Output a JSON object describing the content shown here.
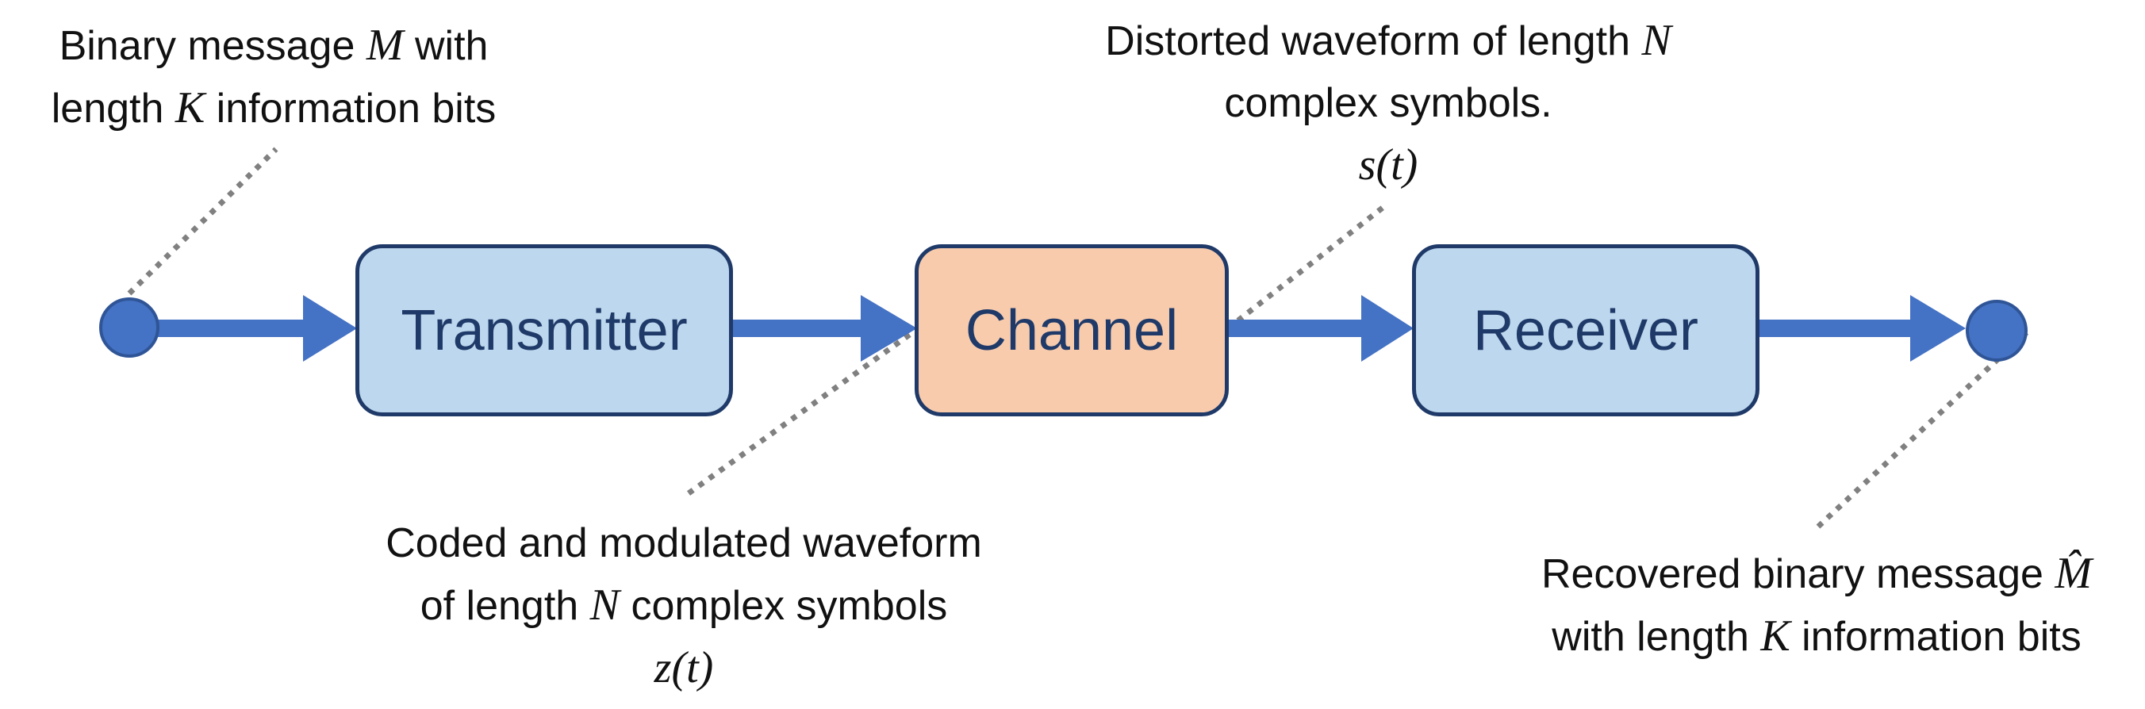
{
  "blocks": {
    "transmitter": "Transmitter",
    "channel": "Channel",
    "receiver": "Receiver"
  },
  "annotations": {
    "input": {
      "line1_pre": "Binary message ",
      "line1_sym": "M",
      "line1_post": " with",
      "line2_pre": "length ",
      "line2_sym": "K",
      "line2_post": " information bits"
    },
    "distorted": {
      "line1_pre": "Distorted waveform of length ",
      "line1_sym": "N",
      "line2": "complex symbols.",
      "line3": "s(t)"
    },
    "coded": {
      "line1": "Coded and modulated waveform",
      "line2_pre": "of length ",
      "line2_sym": "N",
      "line2_post": " complex symbols",
      "line3": "z(t)"
    },
    "recovered": {
      "line1_pre": "Recovered binary message ",
      "line1_sym": "M̂",
      "line2_pre": "with length ",
      "line2_sym": "K",
      "line2_post": " information bits"
    }
  },
  "colors": {
    "arrow": "#4472c4",
    "node_fill": "#4472c4",
    "node_stroke": "#2f5597",
    "tx_rx_fill": "#bdd7ee",
    "channel_fill": "#f8cbad",
    "box_border": "#1f3a68",
    "box_text": "#1f3a68",
    "leader_line": "#808080"
  },
  "icons": {
    "start": "source-node-icon",
    "end": "sink-node-icon"
  }
}
